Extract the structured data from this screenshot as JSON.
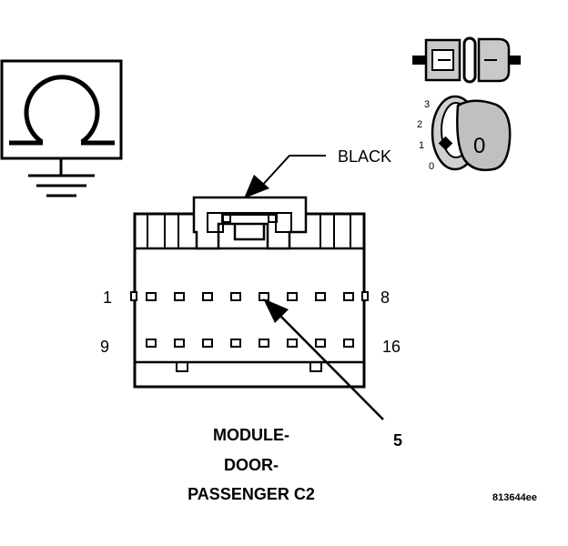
{
  "connector": {
    "color_label": "BLACK",
    "pin_first_top": "1",
    "pin_last_top": "8",
    "pin_first_bottom": "9",
    "pin_last_bottom": "16",
    "callout_pin": "5",
    "pins_per_row": 8
  },
  "caption": {
    "line1": "MODULE-",
    "line2": "DOOR-",
    "line3": "PASSENGER C2"
  },
  "key_positions": {
    "p3": "3",
    "p2": "2",
    "p1": "1",
    "p0": "0",
    "key_glyph": "0"
  },
  "figure_code": "813644ee",
  "colors": {
    "ink": "#000000",
    "paper": "#ffffff",
    "fill_gray": "#bdbdbd"
  }
}
